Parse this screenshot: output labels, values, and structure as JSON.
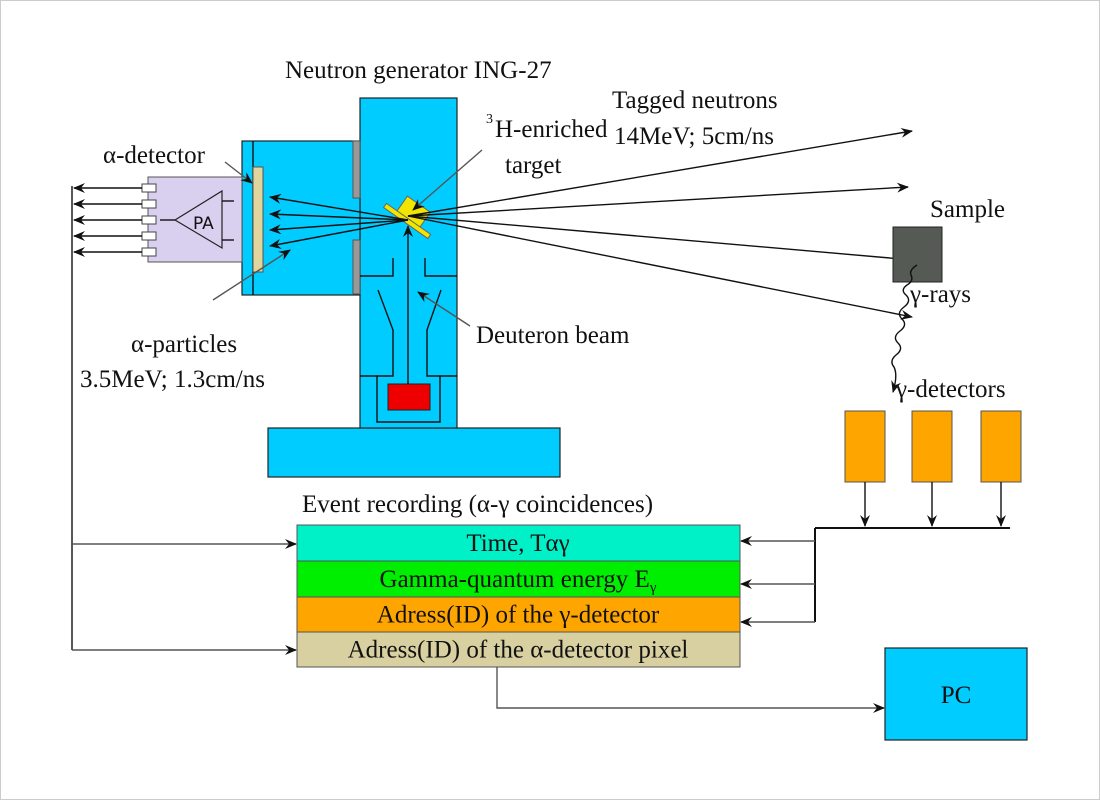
{
  "labels": {
    "generator": "Neutron generator ING-27",
    "alpha_detector": "α-detector",
    "preamp": "PA",
    "alpha_particles": "α-particles",
    "alpha_particles_spec": "3.5MeV; 1.3cm/ns",
    "target_sup": "3",
    "target_line1": "H-enriched",
    "target_line2": "target",
    "tagged_neutrons": "Tagged neutrons",
    "tagged_neutrons_spec": "14MeV; 5cm/ns",
    "sample": "Sample",
    "gamma_rays": "γ-rays",
    "deuteron_beam": "Deuteron beam",
    "gamma_detectors": "γ-detectors",
    "event_recording": "Event recording (α-γ coincidences)",
    "pc": "PC"
  },
  "event_table": {
    "rows": [
      {
        "text": "Time, Tαγ",
        "sub": ""
      },
      {
        "text": "Gamma-quantum energy E",
        "sub": "γ"
      },
      {
        "text": "Adress(ID) of the γ-detector",
        "sub": ""
      },
      {
        "text": "Adress(ID) of the α-detector pixel",
        "sub": ""
      }
    ]
  },
  "colors": {
    "generator": "#00ccff",
    "target": "#f2e600",
    "ion_source": "#ee0000",
    "alpha_detector_strip": "#e0d59a",
    "preamp_box": "#d8d0ee",
    "sample": "#555a55",
    "gamma_detector": "#ffa500",
    "row_time": "#00f0c8",
    "row_energy": "#00ee00",
    "row_gamma_id": "#ffa500",
    "row_alpha_id": "#d8d0a0",
    "pc": "#00ccff"
  }
}
